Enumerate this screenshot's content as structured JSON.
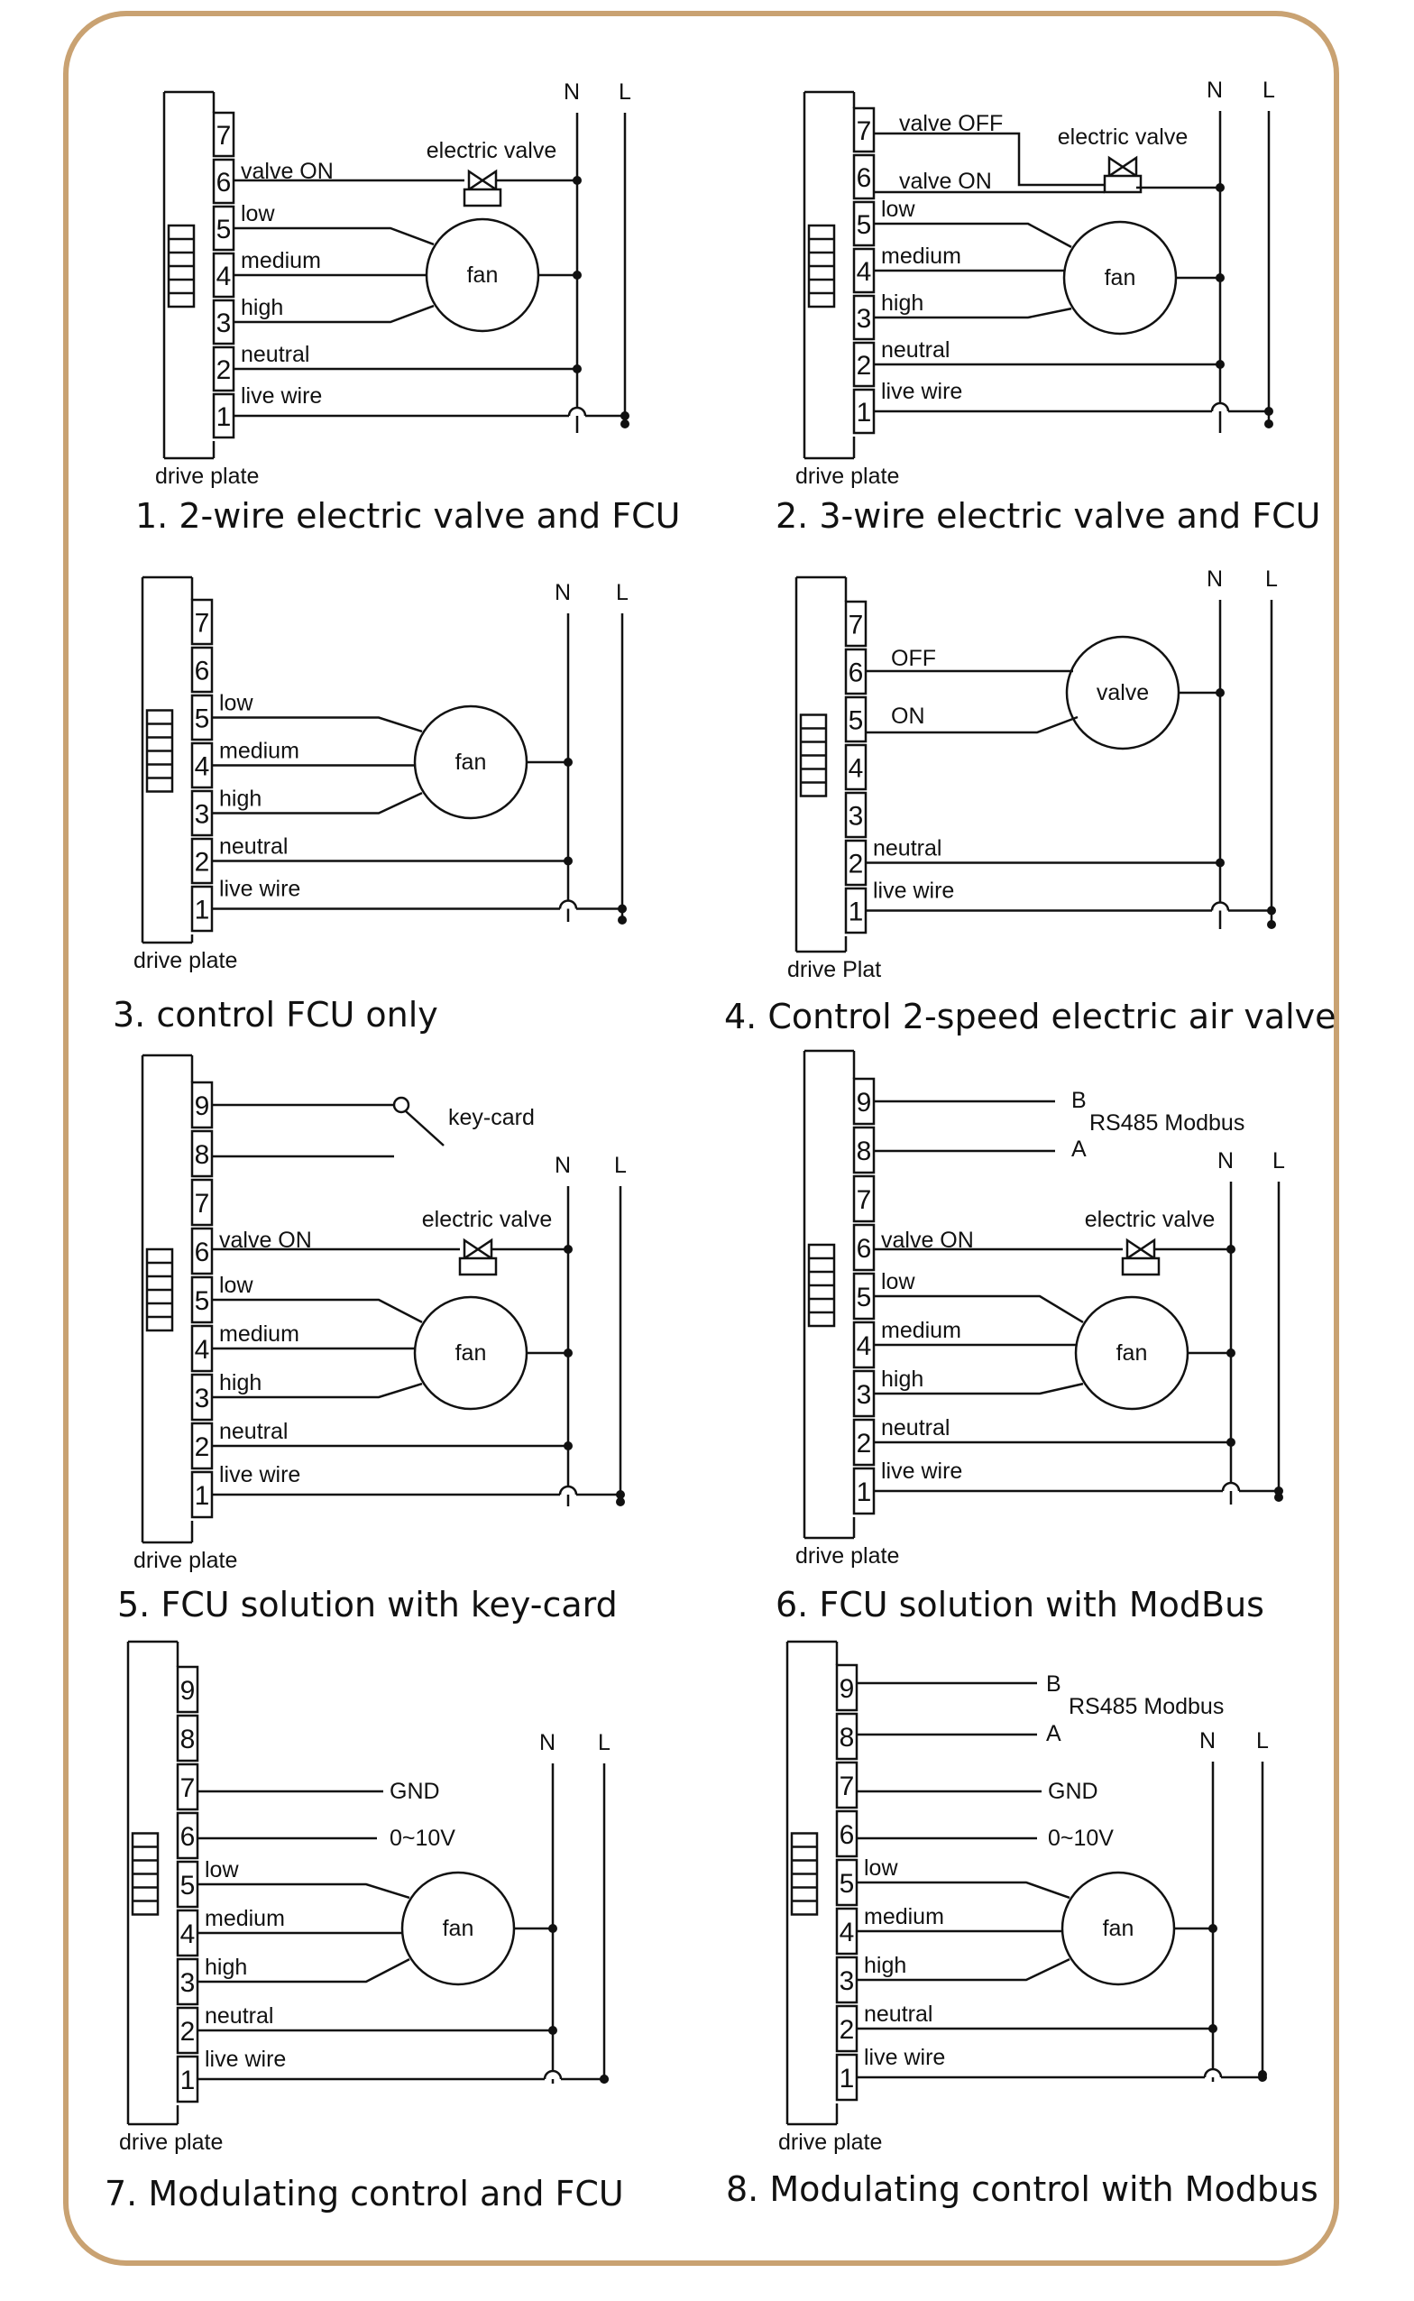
{
  "colors": {
    "frame": "#c9a272",
    "ink": "#111111"
  },
  "labels": {
    "N": "N",
    "L": "L",
    "drive_plate": "drive plate",
    "drive_plat": "drive Plat",
    "fan": "fan",
    "valve": "valve",
    "electric_valve": "electric valve",
    "valve_on": "valve ON",
    "valve_off": "valve OFF",
    "low": "low",
    "medium": "medium",
    "high": "high",
    "neutral": "neutral",
    "live_wire": "live wire",
    "OFF": "OFF",
    "ON": "ON",
    "key_card": "key-card",
    "rs485": "RS485 Modbus",
    "A": "A",
    "B": "B",
    "GND": "GND",
    "v010": "0~10V"
  },
  "diagrams": [
    {
      "id": 1,
      "caption": "1. 2-wire electric valve and FCU"
    },
    {
      "id": 2,
      "caption": "2. 3-wire electric valve and FCU"
    },
    {
      "id": 3,
      "caption": "3. control FCU only"
    },
    {
      "id": 4,
      "caption": "4. Control 2-speed electric air valve"
    },
    {
      "id": 5,
      "caption": "5. FCU solution with key-card"
    },
    {
      "id": 6,
      "caption": "6. FCU solution with ModBus"
    },
    {
      "id": 7,
      "caption": "7. Modulating control and FCU"
    },
    {
      "id": 8,
      "caption": "8. Modulating control with Modbus"
    }
  ]
}
